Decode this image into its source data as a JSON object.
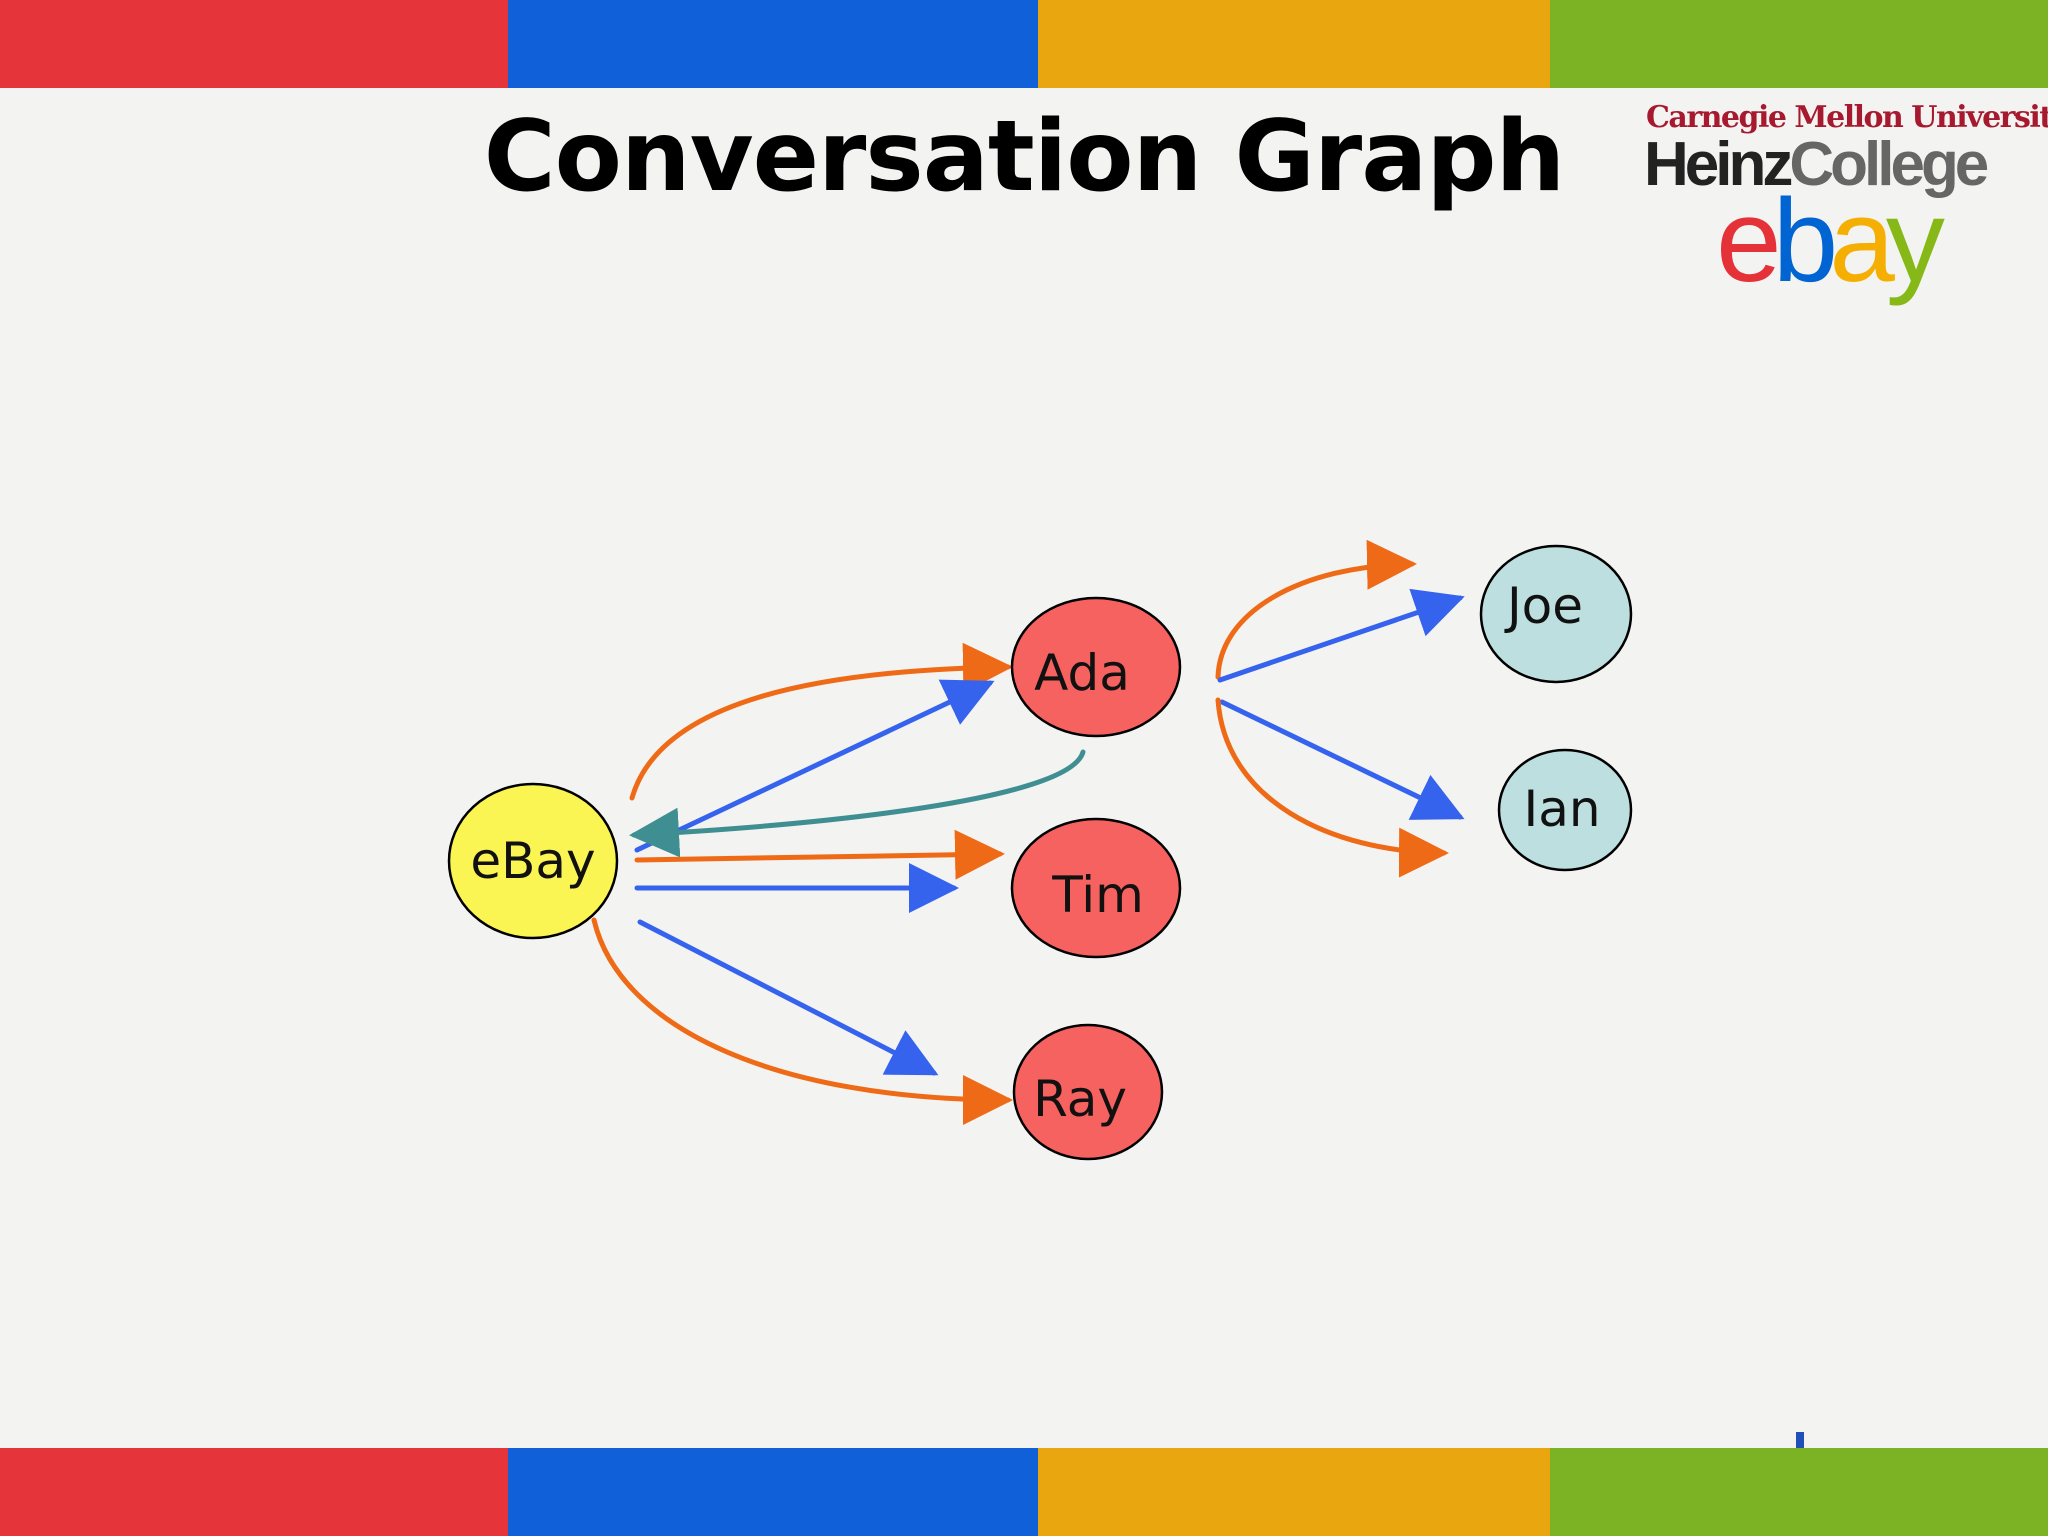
{
  "title": "Conversation Graph",
  "logo": {
    "university": "Carnegie Mellon University",
    "college_part1": "Heinz",
    "college_part2": "College",
    "brand_letters": [
      "e",
      "b",
      "a",
      "y"
    ]
  },
  "colors": {
    "band": [
      "#e5353b",
      "#1061d9",
      "#e9a60f",
      "#7cb324"
    ],
    "brand_letters": [
      "#e53238",
      "#0064d2",
      "#f5af02",
      "#86b817"
    ],
    "ebay_node": "#fbf553",
    "employee_node": "#f6625f",
    "external_node": "#bddfdf",
    "arrow_orange": "#ef6a16",
    "arrow_blue": "#3563ee",
    "arrow_teal": "#3f8f92"
  },
  "nodes": [
    {
      "id": "ebay",
      "label": "eBay",
      "group": "ebay"
    },
    {
      "id": "ada",
      "label": "Ada",
      "group": "employee"
    },
    {
      "id": "tim",
      "label": "Tim",
      "group": "employee"
    },
    {
      "id": "ray",
      "label": "Ray",
      "group": "employee"
    },
    {
      "id": "joe",
      "label": "Joe",
      "group": "external"
    },
    {
      "id": "ian",
      "label": "Ian",
      "group": "external"
    }
  ],
  "edges": [
    {
      "from": "ebay",
      "to": "ada",
      "color": "orange"
    },
    {
      "from": "ebay",
      "to": "ada",
      "color": "blue"
    },
    {
      "from": "ada",
      "to": "ebay",
      "color": "teal"
    },
    {
      "from": "ebay",
      "to": "tim",
      "color": "orange"
    },
    {
      "from": "ebay",
      "to": "tim",
      "color": "blue"
    },
    {
      "from": "ebay",
      "to": "ray",
      "color": "blue"
    },
    {
      "from": "ebay",
      "to": "ray",
      "color": "orange"
    },
    {
      "from": "ada",
      "to": "joe",
      "color": "orange"
    },
    {
      "from": "ada",
      "to": "joe",
      "color": "blue"
    },
    {
      "from": "ada",
      "to": "ian",
      "color": "blue"
    },
    {
      "from": "ada",
      "to": "ian",
      "color": "orange"
    }
  ]
}
